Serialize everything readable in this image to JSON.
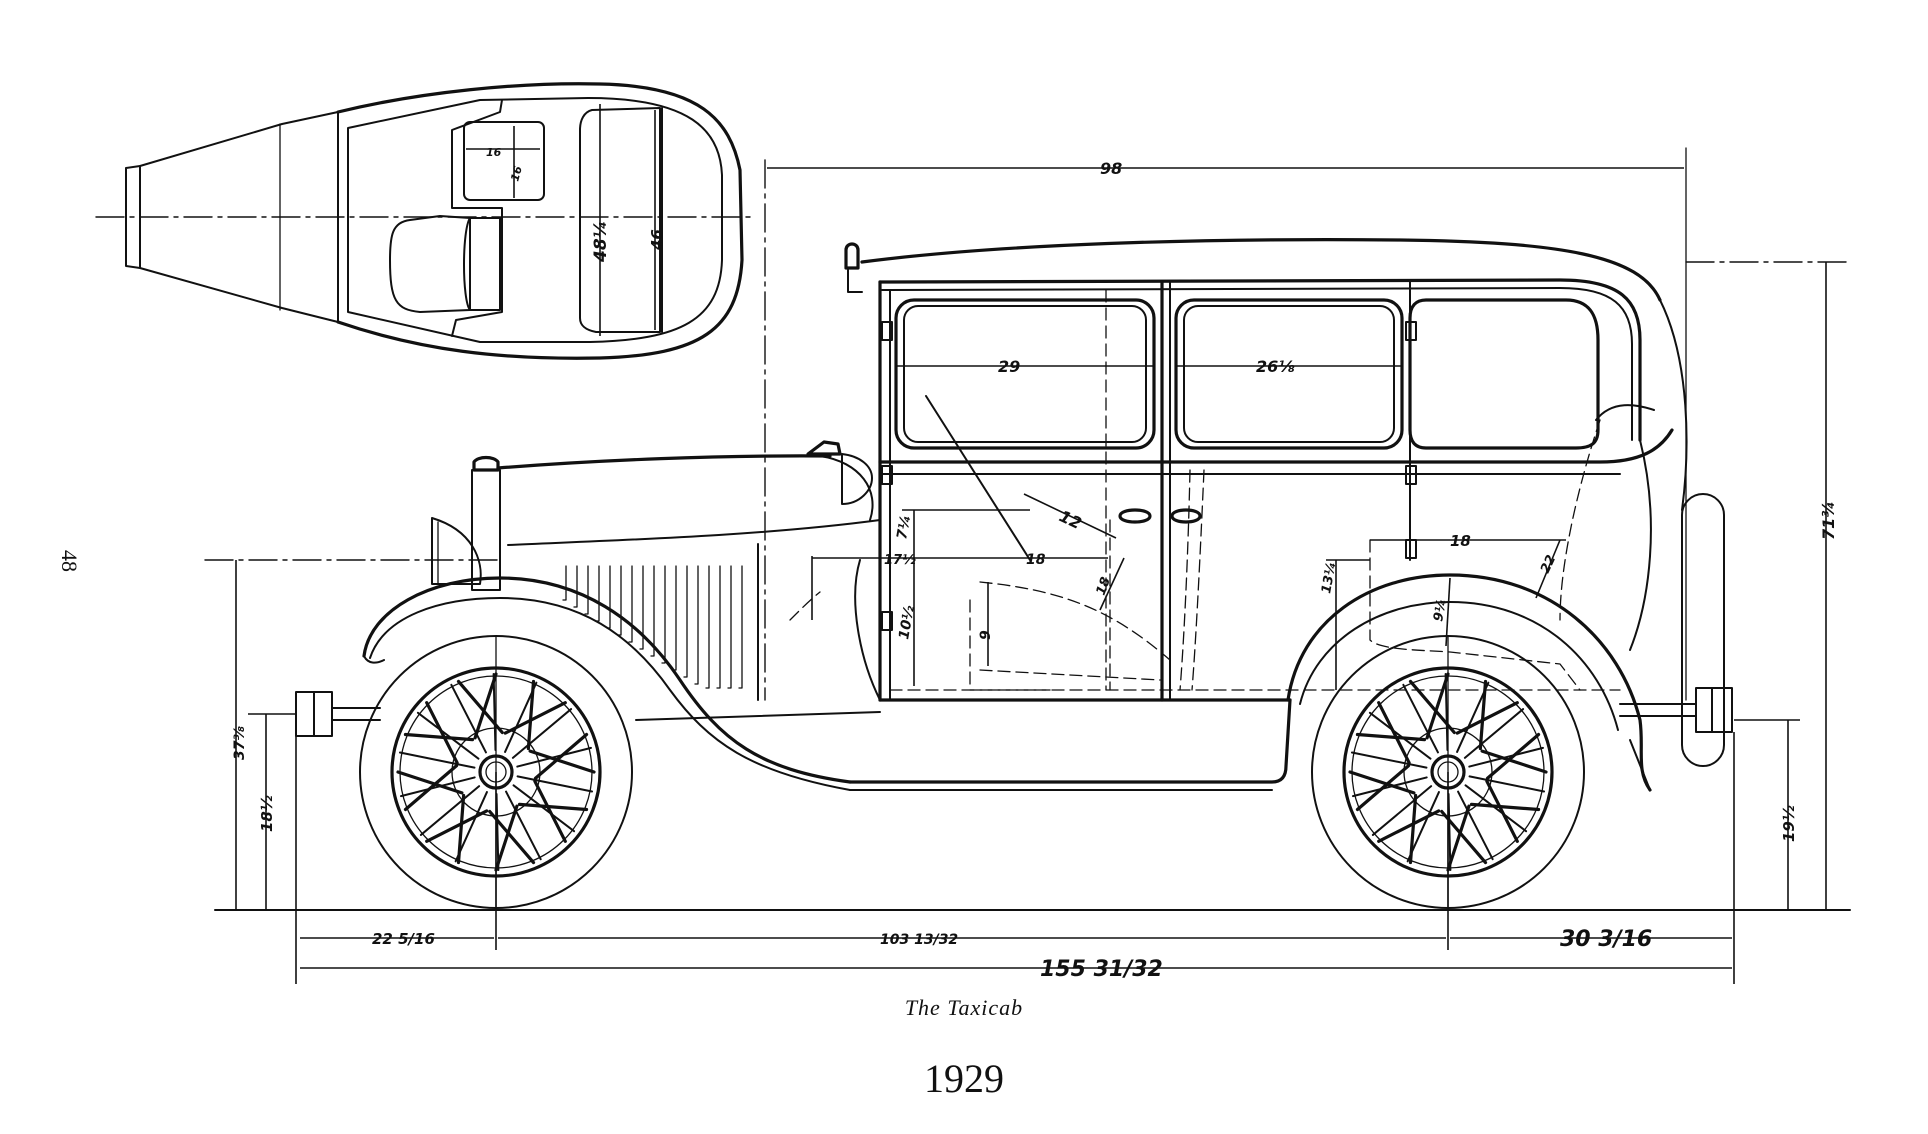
{
  "page_number": "48",
  "caption": {
    "title": "The Taxicab",
    "year": "1929"
  },
  "plan_view": {
    "dimensions": {
      "window_width": "16",
      "window_height": "16",
      "rear_seat_width_outer": "48¼",
      "rear_seat_width_inner": "46"
    }
  },
  "side_view": {
    "dimensions": {
      "body_length_top": "98",
      "front_window": "29",
      "rear_door_window": "26⅛",
      "partition_diagonal": "12",
      "partition_height_upper": "7¼",
      "front_seat_offset": "17½",
      "front_seat_depth": "18",
      "door_diagonal": "18",
      "partition_height_lower": "10½",
      "jump_seat_height": "9",
      "rear_seat_depth": "18",
      "rear_seat_back": "22",
      "rear_floor_step": "13¼",
      "rear_cushion_height": "9¼",
      "overall_height": "71¾",
      "front_bumper_to_ground": "18½",
      "cowl_height": "37⅜",
      "rear_bumper_to_ground": "19½",
      "front_overhang": "22 5/16",
      "wheelbase": "103 13/32",
      "rear_overhang": "30 3/16",
      "overall_length": "155 31/32"
    }
  }
}
